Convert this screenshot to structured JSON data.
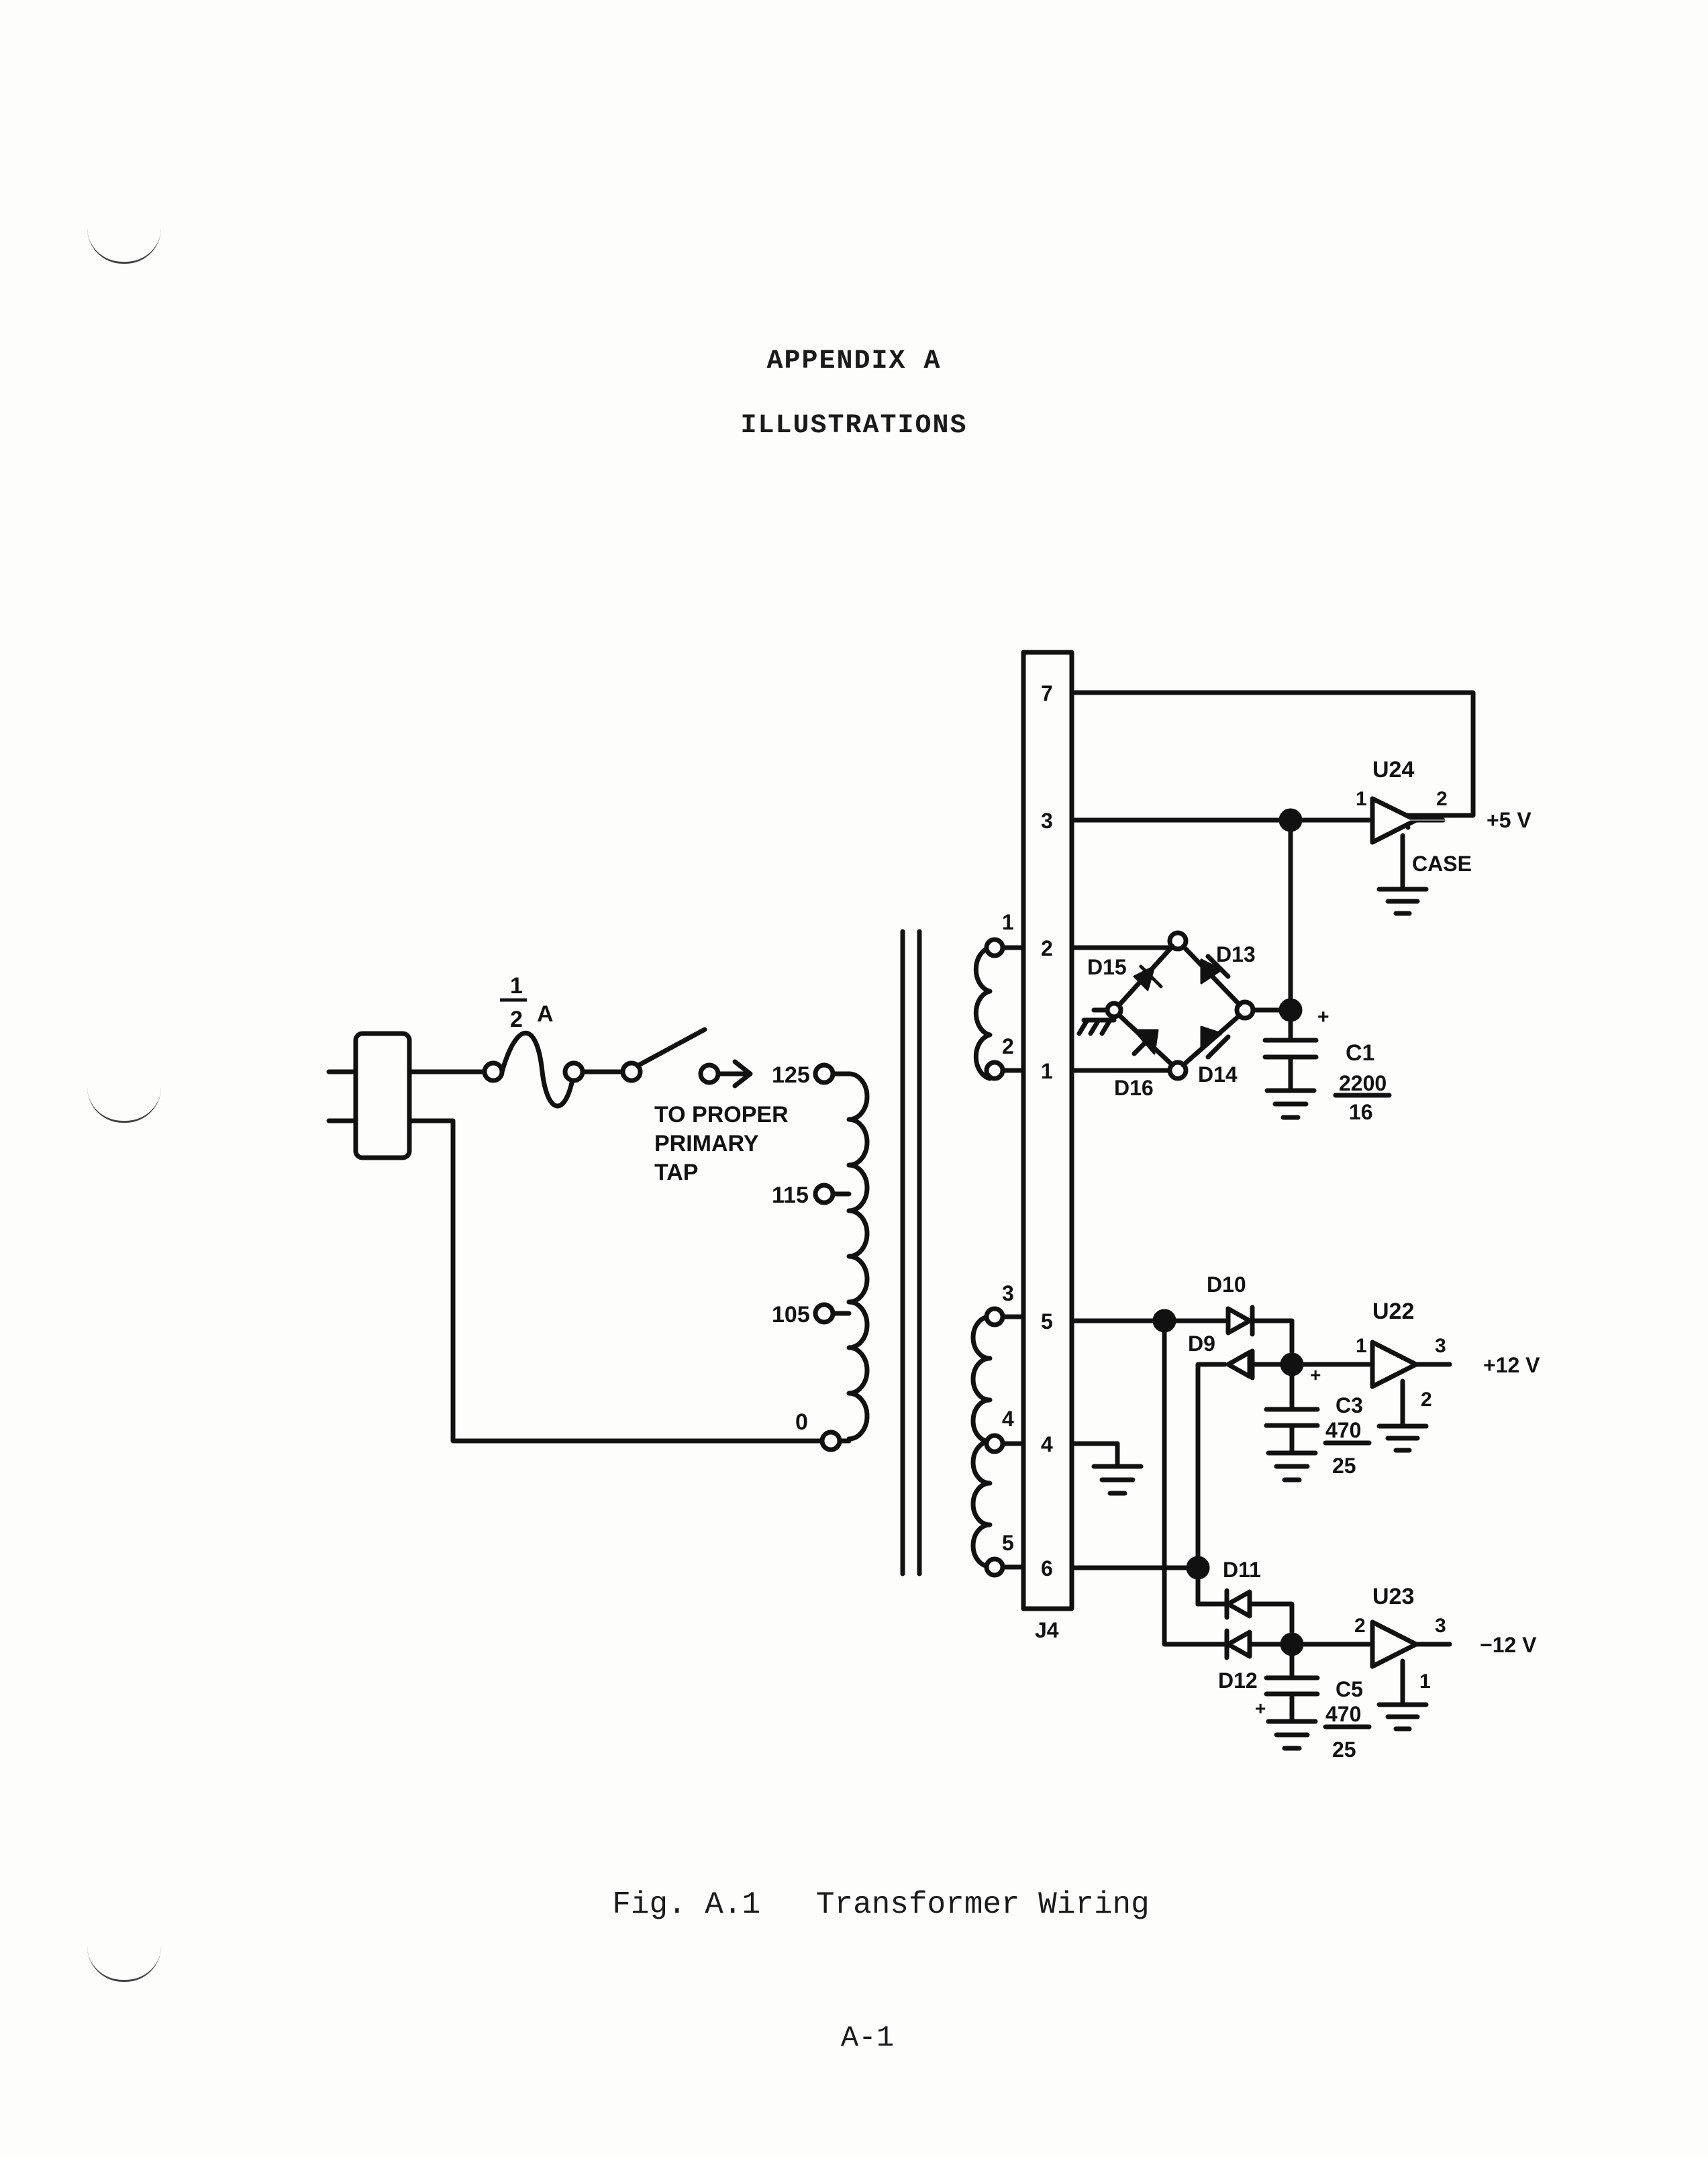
{
  "header": {
    "title": "APPENDIX A",
    "subtitle": "ILLUSTRATIONS"
  },
  "figure": {
    "caption": "Fig. A.1   Transformer Wiring",
    "fuse": {
      "num": "1",
      "den": "2",
      "unit": "A"
    },
    "tap_note": [
      "TO PROPER",
      "PRIMARY",
      "TAP"
    ],
    "primary_taps": [
      "125",
      "115",
      "105",
      "0"
    ],
    "secondary_terminals": [
      "1",
      "2",
      "3",
      "4",
      "5"
    ],
    "connector": {
      "name": "J4",
      "pins": [
        "7",
        "3",
        "2",
        "1",
        "5",
        "4",
        "6"
      ]
    },
    "diodes": [
      "D15",
      "D13",
      "D16",
      "D14",
      "D10",
      "D9",
      "D11",
      "D12"
    ],
    "regulators": {
      "u24": {
        "name": "U24",
        "in": "1",
        "out": "2",
        "case": "CASE",
        "output": "+5 V"
      },
      "u22": {
        "name": "U22",
        "in": "1",
        "out": "3",
        "gnd": "2",
        "output": "+12 V"
      },
      "u23": {
        "name": "U23",
        "in": "2",
        "out": "3",
        "gnd": "1",
        "output": "−12 V"
      }
    },
    "capacitors": {
      "c1": {
        "name": "C1",
        "value": "2200",
        "voltage": "16"
      },
      "c3": {
        "name": "C3",
        "value": "470",
        "voltage": "25"
      },
      "c5": {
        "name": "C5",
        "value": "470",
        "voltage": "25"
      }
    },
    "plus": "+"
  },
  "footer": {
    "page": "A-1"
  }
}
